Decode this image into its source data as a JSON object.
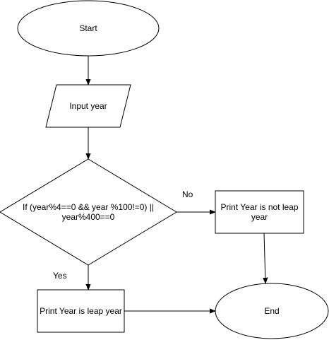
{
  "flowchart": {
    "nodes": {
      "start": {
        "label": "Start"
      },
      "input": {
        "label": "Input year"
      },
      "condition": {
        "line1": "If (year%4==0 && year %100!=0) ||",
        "line2": "year%400==0"
      },
      "not_leap": {
        "line1": "Print Year is not leap",
        "line2": "year"
      },
      "leap": {
        "label": "Print Year is leap year"
      },
      "end": {
        "label": "End"
      }
    },
    "edges": {
      "no_label": "No",
      "yes_label": "Yes"
    }
  },
  "colors": {
    "stroke": "#000000",
    "fill": "#ffffff",
    "background": "#ffffff"
  }
}
